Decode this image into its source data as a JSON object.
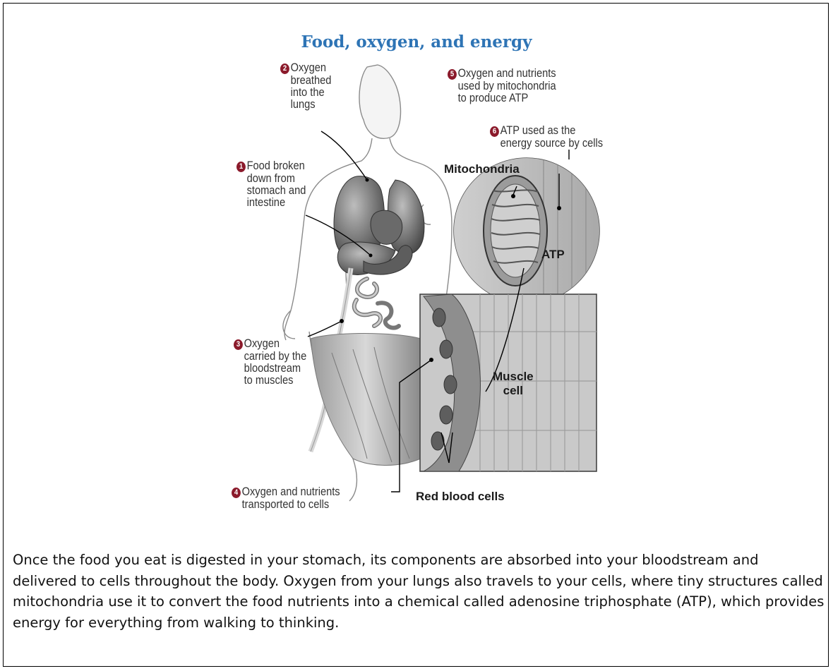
{
  "title": "Food, oxygen, and energy",
  "callouts": [
    {
      "number": "1",
      "lines": [
        "Food broken",
        "down from",
        "stomach and",
        "intestine"
      ]
    },
    {
      "number": "2",
      "lines": [
        "Oxygen",
        "breathed",
        "into the",
        "lungs"
      ]
    },
    {
      "number": "3",
      "lines": [
        "Oxygen",
        "carried by the",
        "bloodstream",
        "to muscles"
      ]
    },
    {
      "number": "4",
      "lines": [
        "Oxygen and nutrients",
        "transported to cells"
      ]
    },
    {
      "number": "5",
      "lines": [
        "Oxygen and nutrients",
        "used by mitochondria",
        "to produce ATP"
      ]
    },
    {
      "number": "6",
      "lines": [
        "ATP used as the",
        "energy source by cells"
      ]
    }
  ],
  "labels": {
    "mitochondria": "Mitochondria",
    "atp": "ATP",
    "muscle_cell_line1": "Muscle",
    "muscle_cell_line2": "cell",
    "red_blood_cells": "Red blood cells"
  },
  "paragraph": "Once the food you eat is digested in your stomach, its components are absorbed into your bloodstream and delivered to cells throughout the body. Oxygen from your lungs also travels to your cells, where tiny structures called mitochondria use it to convert the food nutrients into a chemical called adenosine triphosphate (ATP), which provides energy for everything from walking to thinking."
}
